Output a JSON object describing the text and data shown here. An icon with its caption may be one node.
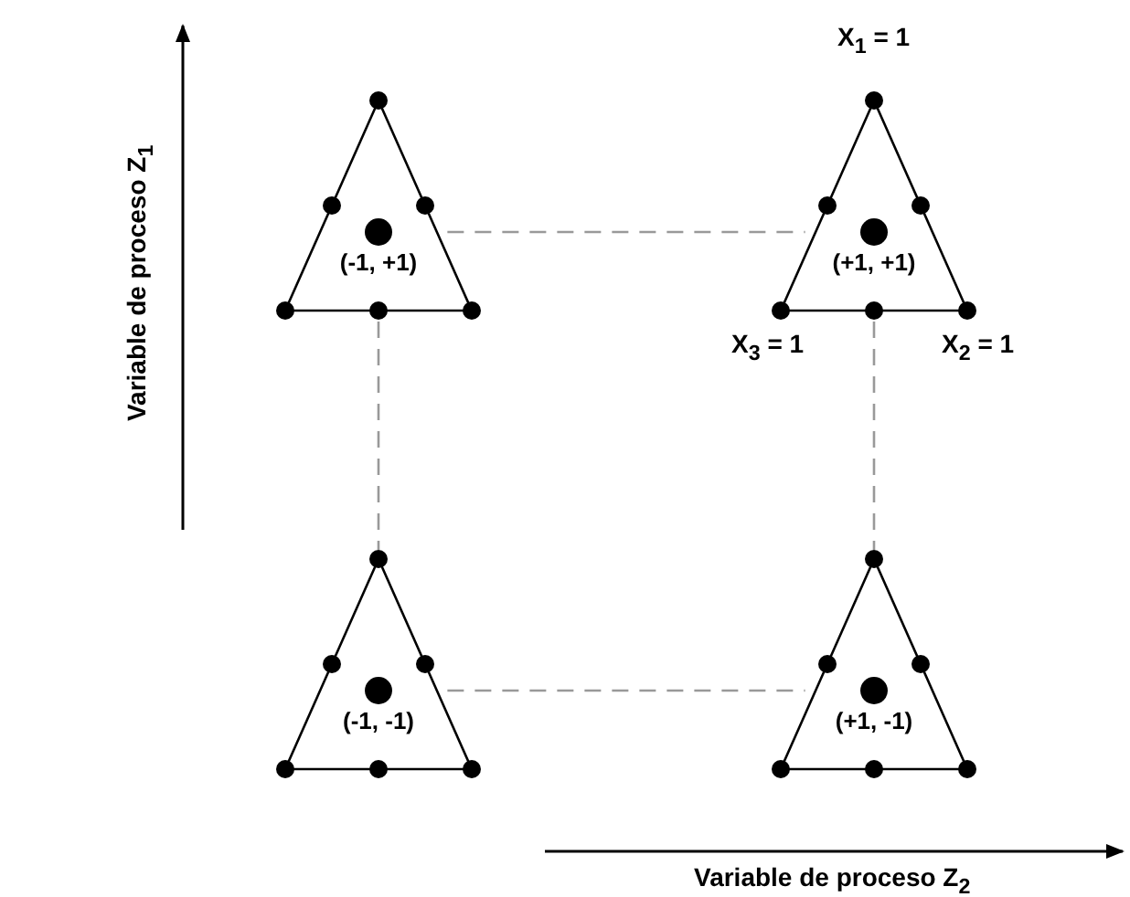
{
  "diagram": {
    "nodes": [
      {
        "text": [
          "(-1, +1)"
        ]
      },
      {
        "text": [
          "(+1, +1)"
        ]
      },
      {
        "text": [
          "(-1, -1)"
        ]
      },
      {
        "text": [
          "(+1, -1)"
        ]
      }
    ],
    "edges": [
      {
        "from": 0,
        "to": 1,
        "arrow": "none",
        "style": "dashed"
      },
      {
        "from": 0,
        "to": 2,
        "arrow": "none",
        "style": "dashed"
      },
      {
        "from": 1,
        "to": 3,
        "arrow": "none",
        "style": "dashed"
      },
      {
        "from": 2,
        "to": 3,
        "arrow": "none",
        "style": "dashed"
      }
    ],
    "labels": [
      "X$_{1}$ = 1",
      "X$_{3}$ = 1",
      "X$_{2}$ = 1",
      "Variable de proceso Z$_{1}$",
      "Variable de proceso Z$_{2}$"
    ]
  }
}
